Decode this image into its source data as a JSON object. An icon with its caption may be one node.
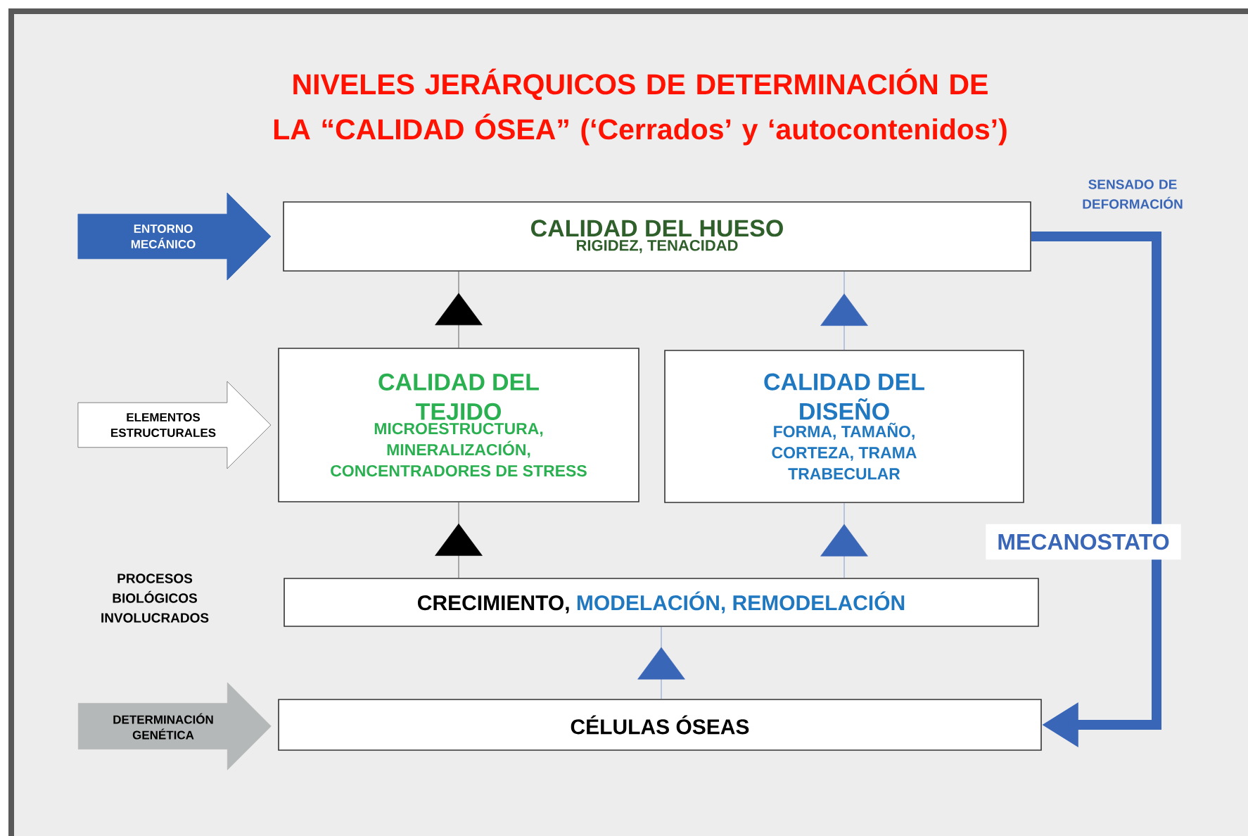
{
  "diagram": {
    "title": "NIVELES JERÁRQUICOS DE DETERMINACIÓN DE LA “CALIDAD ÓSEA” (‘Cerrados’ y ‘autocontenidos’)",
    "nodes": [
      {
        "text": [
          "CALIDAD DEL HUESO",
          "RIGIDEZ, TENACIDAD"
        ]
      },
      {
        "text": [
          "CALIDAD DEL TEJIDO",
          "MICROESTRUCTURA, MINERALIZACIÓN, CONCENTRADORES DE STRESS"
        ]
      },
      {
        "text": [
          "CALIDAD DEL DISEÑO",
          "FORMA, TAMAÑO, CORTEZA, TRAMA TRABECULAR"
        ]
      },
      {
        "text": [
          "CRECIMIENTO,",
          "MODELACIÓN, REMODELACIÓN"
        ]
      },
      {
        "text": [
          "CÉLULAS ÓSEAS"
        ]
      },
      {
        "text": [
          "ENTORNO MECÁNICO"
        ]
      },
      {
        "text": [
          "ELEMENTOS ESTRUCTURALES"
        ]
      },
      {
        "text": [
          "DETERMINACIÓN GENÉTICA"
        ]
      }
    ],
    "edges": [
      {
        "from": 1,
        "to": 0,
        "arrow": "to",
        "color": "#000000"
      },
      {
        "from": 2,
        "to": 0,
        "arrow": "to"
      },
      {
        "from": 3,
        "to": 1,
        "arrow": "to",
        "color": "#000000"
      },
      {
        "from": 3,
        "to": 2,
        "arrow": "to"
      },
      {
        "from": 4,
        "to": 3,
        "arrow": "to"
      },
      {
        "from": 0,
        "to": 4,
        "arrow": "to",
        "style": "thick",
        "label": "MECANOSTATO"
      }
    ],
    "labels": [
      "SENSADO DE DEFORMACIÓN",
      "PROCESOS BIOLÓGICOS INVOLUCRADOS"
    ]
  }
}
